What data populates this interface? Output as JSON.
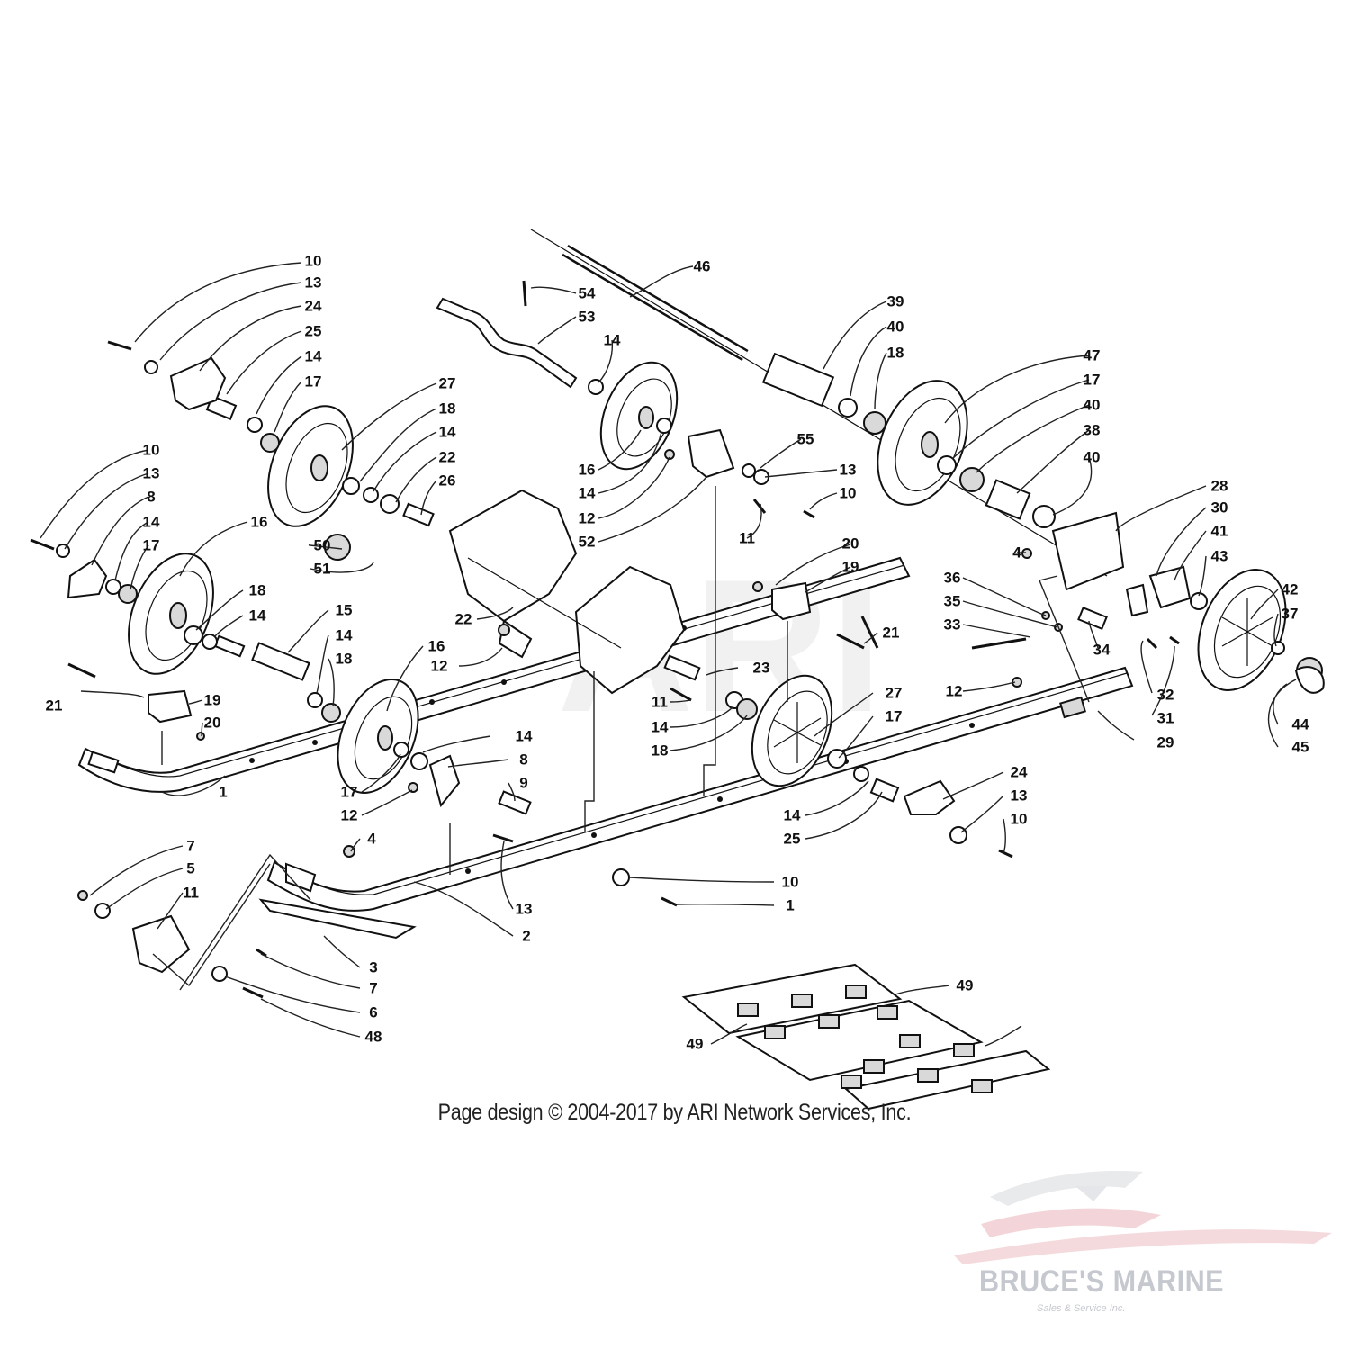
{
  "copyright": "Page design © 2004-2017 by ARI Network Services, Inc.",
  "watermark": {
    "name": "BRUCE'S MARINE",
    "tagline": "Sales & Service Inc.",
    "center_text": "ARI"
  },
  "colors": {
    "ink": "#111111",
    "watermark": "#c5c9cf",
    "logo_red": "#e8a0a8"
  },
  "callouts": [
    {
      "n": "10"
    },
    {
      "n": "13"
    },
    {
      "n": "24"
    },
    {
      "n": "25"
    },
    {
      "n": "14"
    },
    {
      "n": "17"
    },
    {
      "n": "27"
    },
    {
      "n": "18"
    },
    {
      "n": "14"
    },
    {
      "n": "22"
    },
    {
      "n": "26"
    },
    {
      "n": "10"
    },
    {
      "n": "13"
    },
    {
      "n": "8"
    },
    {
      "n": "14"
    },
    {
      "n": "17"
    },
    {
      "n": "16"
    },
    {
      "n": "50"
    },
    {
      "n": "51"
    },
    {
      "n": "18"
    },
    {
      "n": "14"
    },
    {
      "n": "15"
    },
    {
      "n": "14"
    },
    {
      "n": "18"
    },
    {
      "n": "21"
    },
    {
      "n": "19"
    },
    {
      "n": "20"
    },
    {
      "n": "1"
    },
    {
      "n": "54"
    },
    {
      "n": "53"
    },
    {
      "n": "14"
    },
    {
      "n": "46"
    },
    {
      "n": "39"
    },
    {
      "n": "40"
    },
    {
      "n": "18"
    },
    {
      "n": "47"
    },
    {
      "n": "17"
    },
    {
      "n": "40"
    },
    {
      "n": "38"
    },
    {
      "n": "40"
    },
    {
      "n": "16"
    },
    {
      "n": "14"
    },
    {
      "n": "12"
    },
    {
      "n": "52"
    },
    {
      "n": "55"
    },
    {
      "n": "13"
    },
    {
      "n": "10"
    },
    {
      "n": "11"
    },
    {
      "n": "22"
    },
    {
      "n": "12"
    },
    {
      "n": "16"
    },
    {
      "n": "20"
    },
    {
      "n": "19"
    },
    {
      "n": "21"
    },
    {
      "n": "28"
    },
    {
      "n": "30"
    },
    {
      "n": "41"
    },
    {
      "n": "43"
    },
    {
      "n": "4"
    },
    {
      "n": "36"
    },
    {
      "n": "35"
    },
    {
      "n": "33"
    },
    {
      "n": "34"
    },
    {
      "n": "42"
    },
    {
      "n": "37"
    },
    {
      "n": "32"
    },
    {
      "n": "31"
    },
    {
      "n": "44"
    },
    {
      "n": "45"
    },
    {
      "n": "12"
    },
    {
      "n": "29"
    },
    {
      "n": "23"
    },
    {
      "n": "11"
    },
    {
      "n": "14"
    },
    {
      "n": "18"
    },
    {
      "n": "27"
    },
    {
      "n": "17"
    },
    {
      "n": "14"
    },
    {
      "n": "8"
    },
    {
      "n": "9"
    },
    {
      "n": "17"
    },
    {
      "n": "12"
    },
    {
      "n": "24"
    },
    {
      "n": "13"
    },
    {
      "n": "10"
    },
    {
      "n": "14"
    },
    {
      "n": "25"
    },
    {
      "n": "4"
    },
    {
      "n": "7"
    },
    {
      "n": "5"
    },
    {
      "n": "11"
    },
    {
      "n": "13"
    },
    {
      "n": "10"
    },
    {
      "n": "1"
    },
    {
      "n": "2"
    },
    {
      "n": "3"
    },
    {
      "n": "7"
    },
    {
      "n": "6"
    },
    {
      "n": "48"
    },
    {
      "n": "49"
    },
    {
      "n": "49"
    }
  ]
}
